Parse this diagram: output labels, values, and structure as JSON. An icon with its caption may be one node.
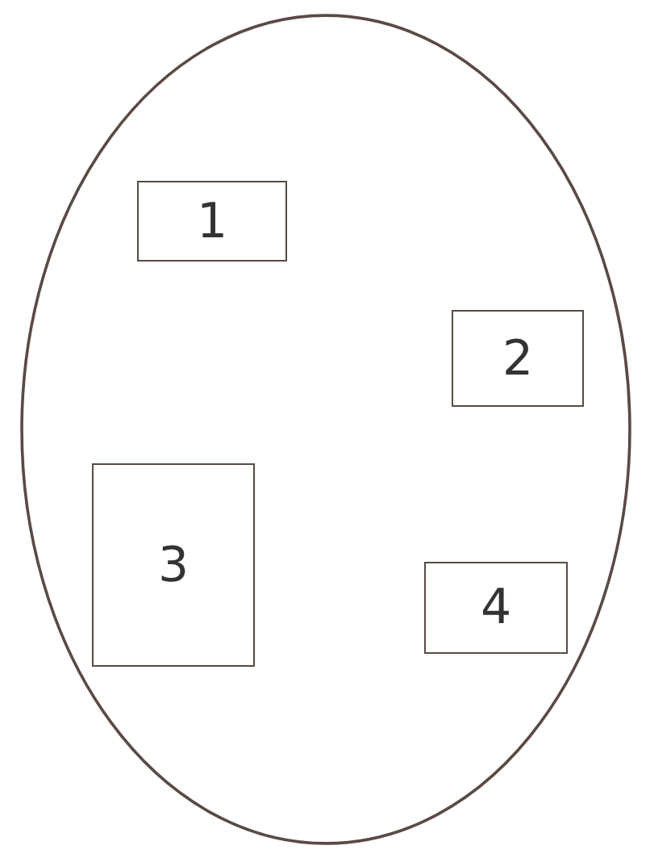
{
  "diagram": {
    "nodes": [
      {
        "text": [],
        "shape": "oval"
      },
      {
        "text": [
          "1"
        ],
        "in": 0
      },
      {
        "text": [
          "2"
        ],
        "in": 0
      },
      {
        "text": [
          "3"
        ],
        "in": 0
      },
      {
        "text": [
          "4"
        ],
        "in": 0
      }
    ]
  }
}
